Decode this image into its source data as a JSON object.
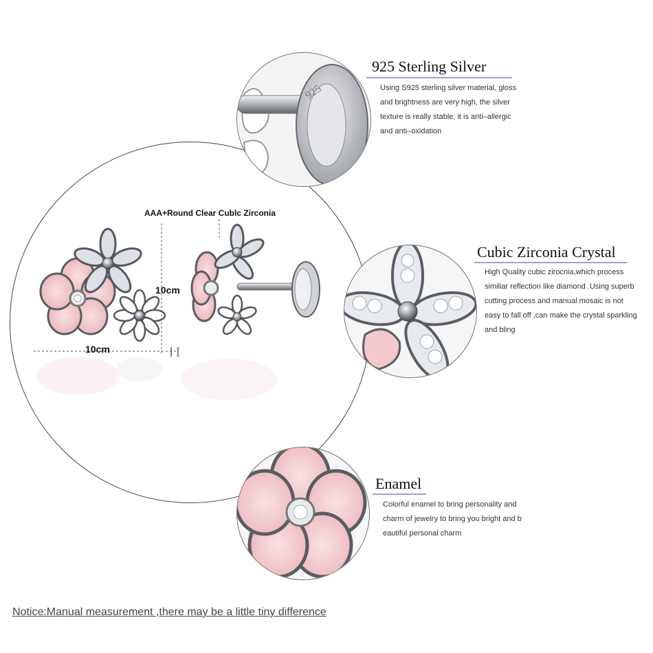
{
  "features": [
    {
      "title": "925 Sterling Silver",
      "lines": [
        "Using S925 sterling silver material, gloss",
        "and brightness are very high, the silver",
        "texture is really stable, it is anti–allergic",
        "and anti–oxidation"
      ]
    },
    {
      "title": "Cubic Zirconia Crystal",
      "lines": [
        "High Quality cubic zirocnia,which process",
        "similiar reflection like diamond .Using superb",
        " cutting process and manual mosaic is not",
        "easy to fall off ,can make the crystal sparkling",
        " and bling"
      ]
    },
    {
      "title": "Enamel",
      "lines": [
        "Colorful enamel to bring personality and",
        "charm of jewelry to bring you bright and b",
        "eautiful personal charm"
      ]
    }
  ],
  "product": {
    "stone_label": "AAA+Round Clear Cublc Zirconia",
    "height_label": "10cm",
    "width_label": "10cm",
    "stamp": "925"
  },
  "notice": "Notice:Manual measurement ,there may be a little tiny  difference",
  "colors": {
    "enamel_pink": "#f3c9cd",
    "silver": "#b9bcc2",
    "accent_underline": "#9aa3c8"
  }
}
